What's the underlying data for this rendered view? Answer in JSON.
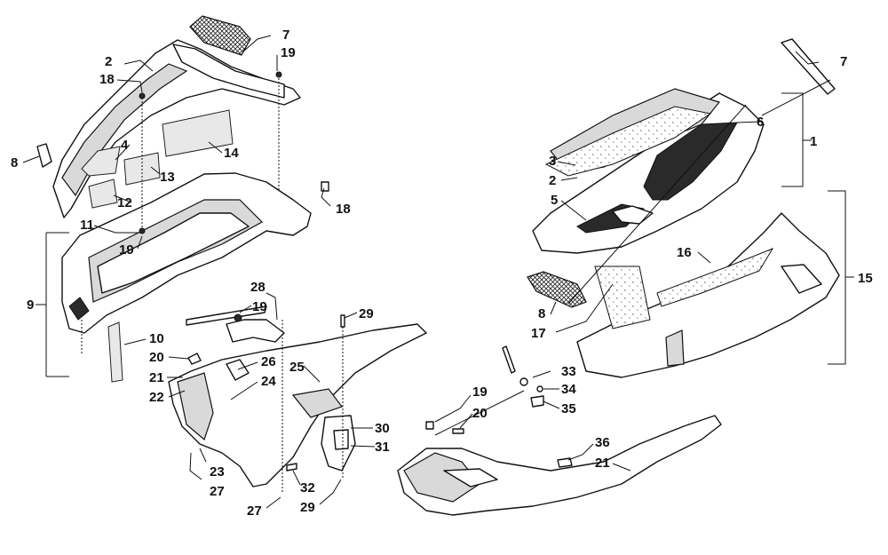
{
  "labels": [
    "1",
    "2",
    "2",
    "3",
    "4",
    "5",
    "6",
    "7",
    "7",
    "8",
    "8",
    "9",
    "10",
    "11",
    "12",
    "13",
    "14",
    "15",
    "16",
    "17",
    "18",
    "18",
    "19",
    "19",
    "19",
    "19",
    "20",
    "20",
    "21",
    "21",
    "22",
    "23",
    "24",
    "25",
    "26",
    "27",
    "27",
    "28",
    "29",
    "29",
    "30",
    "31",
    "32",
    "33",
    "34",
    "35",
    "36"
  ]
}
